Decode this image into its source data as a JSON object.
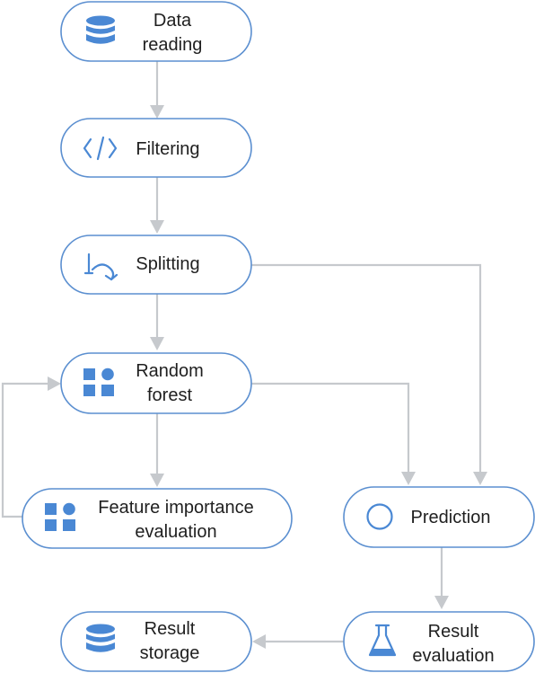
{
  "nodes": {
    "data_reading": {
      "line1": "Data",
      "line2": "reading",
      "icon": "database-icon"
    },
    "filtering": {
      "label": "Filtering",
      "icon": "code-icon"
    },
    "splitting": {
      "label": "Splitting",
      "icon": "split-arrow-icon"
    },
    "random_forest": {
      "line1": "Random",
      "line2": "forest",
      "icon": "shapes-icon"
    },
    "feature_importance": {
      "line1": "Feature importance",
      "line2": "evaluation",
      "icon": "shapes-icon"
    },
    "prediction": {
      "label": "Prediction",
      "icon": "circle-icon"
    },
    "result_evaluation": {
      "line1": "Result",
      "line2": "evaluation",
      "icon": "flask-icon"
    },
    "result_storage": {
      "line1": "Result",
      "line2": "storage",
      "icon": "database-icon"
    }
  },
  "colors": {
    "node_border": "#5b8fd0",
    "icon": "#4a88d4",
    "edge": "#c6c9cd",
    "text": "#1f1f1f"
  }
}
